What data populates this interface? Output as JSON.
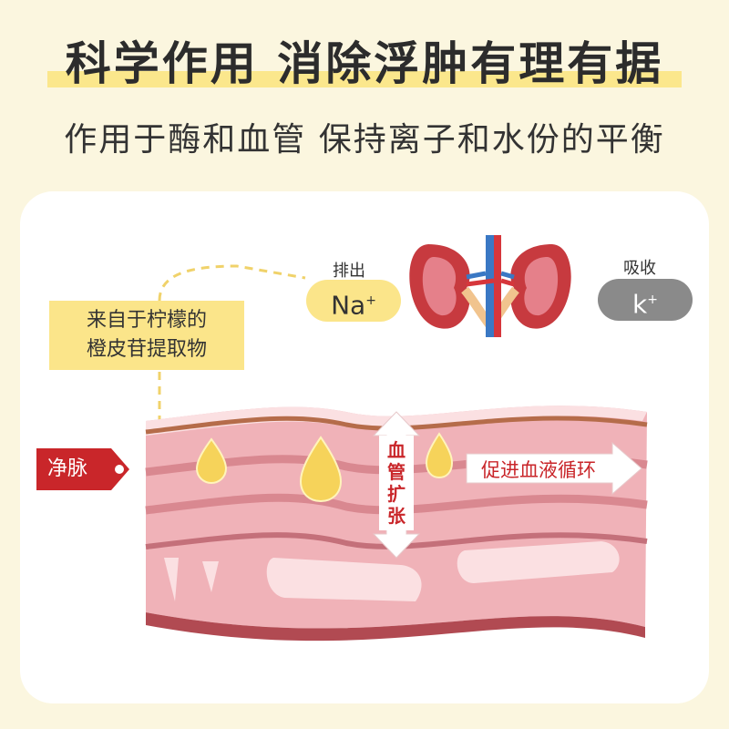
{
  "header": {
    "title": "科学作用 消除浮肿有理有据",
    "subtitle": "作用于酶和血管 保持离子和水份的平衡"
  },
  "diagram": {
    "source_label": "来自于柠檬的橙皮苷提取物",
    "source_line1": "来自于柠檬的",
    "source_line2": "橙皮苷提取物",
    "excrete_label": "排出",
    "na_ion": "Na",
    "na_charge": "+",
    "absorb_label": "吸收",
    "k_ion": "k",
    "k_charge": "+",
    "vein_label": "净脉",
    "dilation_label": "血管扩张",
    "circulation_label": "促进血液循环"
  },
  "colors": {
    "background": "#fbf6df",
    "highlight_yellow": "#fbe58a",
    "accent_red": "#c9262a",
    "tissue_pink": "#f2b8bc",
    "potassium_gray": "#8a8a8a"
  }
}
